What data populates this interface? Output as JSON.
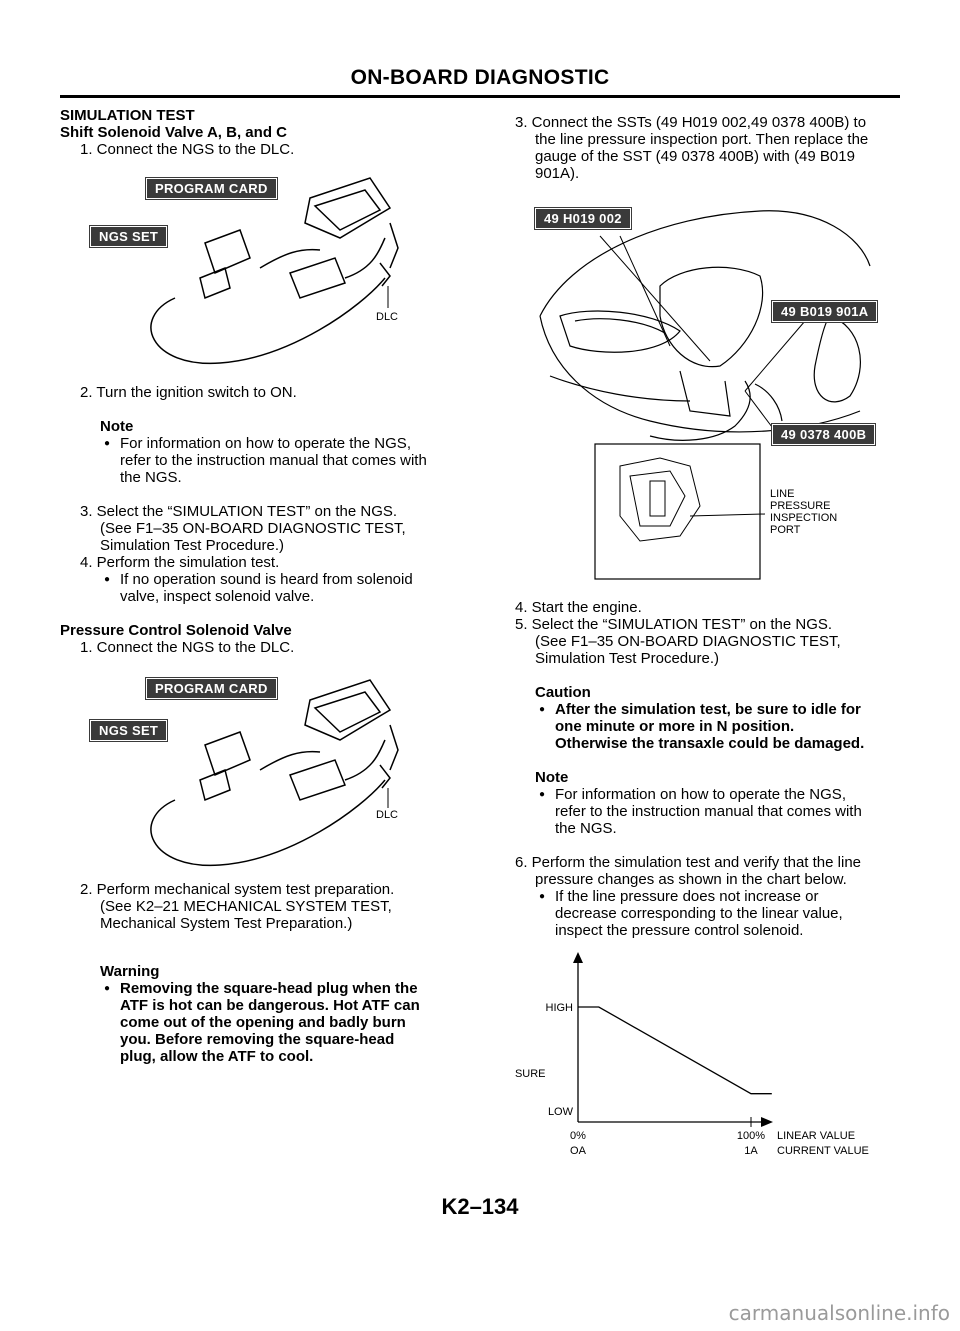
{
  "header": "ON-BOARD DIAGNOSTIC",
  "left": {
    "sim_title": "SIMULATION TEST",
    "sim_subtitle": "Shift Solenoid Valve A, B, and C",
    "step1": "1. Connect the NGS to the DLC.",
    "fig1": {
      "program_card": "PROGRAM CARD",
      "ngs_set": "NGS SET",
      "dlc": "DLC"
    },
    "step2": "2. Turn the ignition switch to ON.",
    "note_label": "Note",
    "note_lines": [
      "For information on how to operate the NGS,",
      "refer to the instruction manual that comes with",
      "the NGS."
    ],
    "step3_lines": [
      "3. Select the “SIMULATION TEST” on the NGS.",
      "(See F1–35 ON-BOARD DIAGNOSTIC TEST,",
      "Simulation Test Procedure.)"
    ],
    "step4": "4. Perform the simulation test.",
    "step4_bullet": [
      "If no operation sound is heard from solenoid",
      "valve, inspect solenoid valve."
    ],
    "pcv_title": "Pressure Control Solenoid Valve",
    "pcv_step1": "1. Connect the NGS to the DLC.",
    "fig2": {
      "program_card": "PROGRAM CARD",
      "ngs_set": "NGS SET",
      "dlc": "DLC"
    },
    "pcv_step2_lines": [
      "2. Perform mechanical system test preparation.",
      "(See K2–21 MECHANICAL SYSTEM TEST,",
      "Mechanical System Test Preparation.)"
    ],
    "warning_label": "Warning",
    "warning_lines": [
      "Removing the square-head plug when the",
      "ATF is hot can be dangerous. Hot ATF can",
      "come out of the opening and badly burn",
      "you. Before removing the square-head",
      "plug, allow the ATF to cool."
    ]
  },
  "right": {
    "step3_lines": [
      "3. Connect the SSTs (49 H019 002,49 0378 400B) to",
      "the line pressure inspection port. Then replace the",
      "gauge of the SST (49 0378 400B) with (49 B019",
      "901A)."
    ],
    "fig3": {
      "tag1": "49 H019 002",
      "tag2": "49 B019 901A",
      "tag3": "49 0378 400B",
      "port_label": [
        "LINE",
        "PRESSURE",
        "INSPECTION",
        "PORT"
      ]
    },
    "step4": "4. Start the engine.",
    "step5_lines": [
      "5. Select the “SIMULATION TEST” on the NGS.",
      "(See F1–35 ON-BOARD DIAGNOSTIC TEST,",
      "Simulation Test Procedure.)"
    ],
    "caution_label": "Caution",
    "caution_lines": [
      "After the simulation test, be sure to idle for",
      "one minute or more in N position.",
      "Otherwise the transaxle could be damaged."
    ],
    "note_label": "Note",
    "note_lines": [
      "For information on how to operate the NGS,",
      "refer to the instruction manual that comes with",
      "the NGS."
    ],
    "step6_lines": [
      "6. Perform the simulation test and verify that the line",
      "pressure changes as shown in the chart below."
    ],
    "step6_bullet": [
      "If the line pressure does not increase or",
      "decrease corresponding to the linear value,",
      "inspect the pressure control solenoid."
    ]
  },
  "chart_data": {
    "type": "line",
    "y_tick_labels": [
      "HIGH",
      "LOW"
    ],
    "ylabel": "LINE PRESSURE",
    "x_tick_labels": [
      [
        "0%",
        "OA"
      ],
      [
        "100%",
        "1A"
      ]
    ],
    "xlabel_lines": [
      "LINEAR VALUE",
      "CURRENT VALUE"
    ],
    "series": [
      {
        "x": [
          0,
          0.12,
          1.0,
          1.12
        ],
        "y": [
          1,
          1,
          0.15,
          0.15
        ]
      }
    ]
  },
  "footer": "K2–134",
  "watermark": "carmanualsonline.info"
}
